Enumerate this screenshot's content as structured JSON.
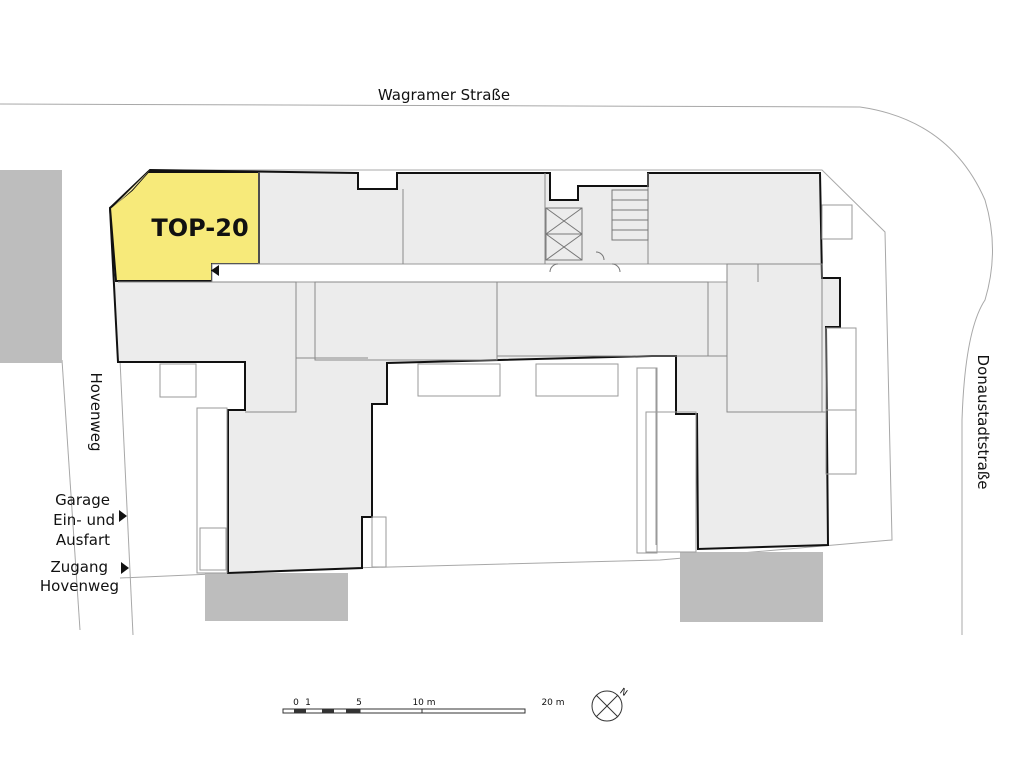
{
  "streets": {
    "north": "Wagramer Straße",
    "west": "Hovenweg",
    "east": "Donaustadtstraße"
  },
  "unit": {
    "label": "TOP-20",
    "highlight_color": "#f7ea7a"
  },
  "access": {
    "garage_line1": "Garage",
    "garage_line2": "Ein- und",
    "garage_line3": "Ausfart",
    "entrance_line1": "Zugang",
    "entrance_line2": "Hovenweg"
  },
  "scale_bar": {
    "ticks": [
      "0",
      "1",
      "5",
      "10 m",
      "20 m"
    ]
  },
  "north_arrow": {
    "label": "N"
  },
  "colors": {
    "building_fill": "#ececec",
    "neighbor_fill": "#bdbdbd",
    "outline": "#111111",
    "thin_line": "#9a9a9a"
  }
}
